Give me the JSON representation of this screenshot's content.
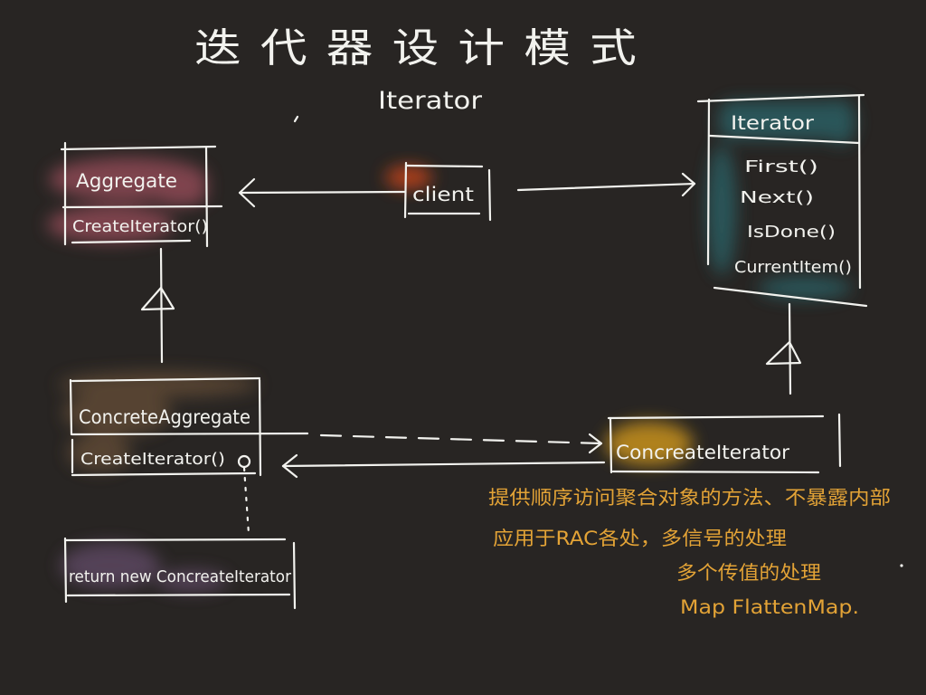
{
  "title": "迭代器设计模式",
  "subtitle": "Iterator",
  "classes": {
    "aggregate": {
      "name": "Aggregate",
      "methods": [
        "CreateIterator()"
      ]
    },
    "client": {
      "name": "client"
    },
    "iterator": {
      "name": "Iterator",
      "methods": [
        "First()",
        "Next()",
        "IsDone()",
        "CurrentItem()"
      ]
    },
    "concrete_aggregate": {
      "name": "ConcreteAggregate",
      "methods": [
        "CreateIterator()"
      ]
    },
    "concrete_iterator": {
      "name": "ConcreateIterator"
    }
  },
  "code_note": "return new ConcreateIterator",
  "annotations": [
    "提供顺序访问聚合对象的方法、不暴露内部",
    "应用于RAC各处，多信号的处理",
    "多个传值的处理",
    "Map   FlattenMap."
  ],
  "colors": {
    "background": "#282523",
    "ink": "#f2f2ee",
    "annotation_ink": "#e3a336",
    "aggregate_highlight": "#8e4a55",
    "client_highlight": "#c4441a",
    "iterator_highlight": "#2c5f63",
    "concrete_aggregate_highlight": "#5e4a34",
    "concrete_iterator_highlight": "#c8921a",
    "note_highlight": "#5c4660"
  }
}
